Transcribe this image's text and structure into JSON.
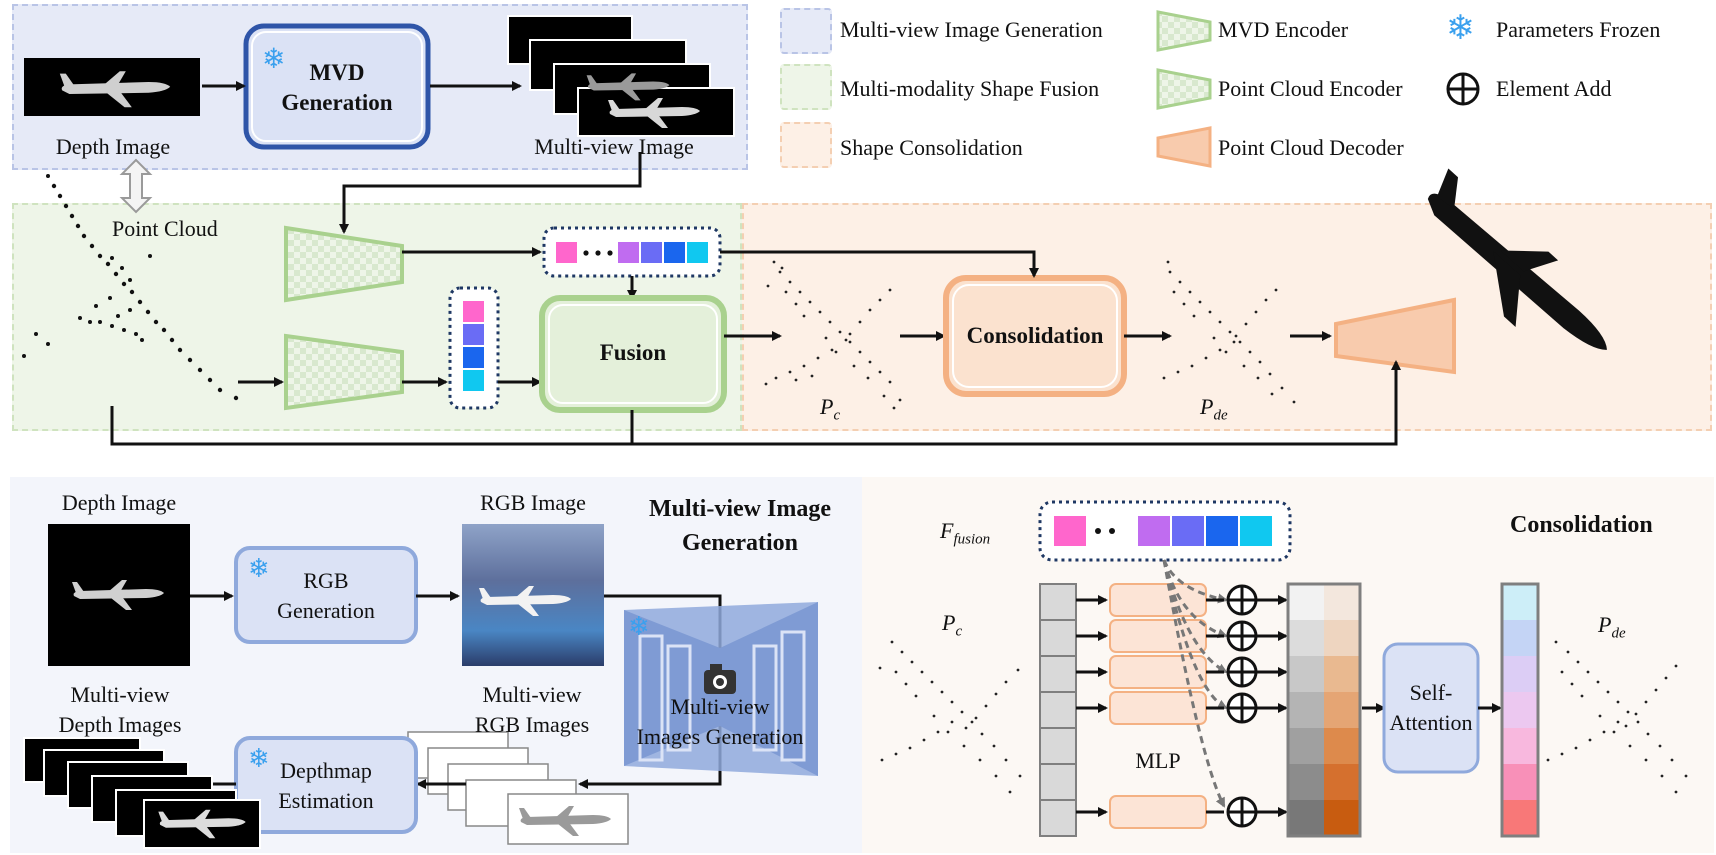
{
  "colors": {
    "mvg_bg": "#e6eaf7",
    "mvg_border": "#b9c4e6",
    "fusion_bg": "#eef5e8",
    "fusion_border": "#cfe3bf",
    "consol_bg": "#fdf0e6",
    "consol_border": "#f4cfb2",
    "encoder_green": "#a9d18e",
    "decoder_orange": "#f4b183",
    "token_colors": [
      "#ff66cc",
      "#c06cf0",
      "#6a6cf5",
      "#1a66ee",
      "#10c8f0"
    ],
    "arrow": "#111111"
  },
  "legend": {
    "items": [
      {
        "label": "Multi-view Image Generation",
        "swatch": "mvg"
      },
      {
        "label": "Multi-modality Shape Fusion",
        "swatch": "fusion"
      },
      {
        "label": "Shape Consolidation",
        "swatch": "consol"
      },
      {
        "label": "MVD Encoder",
        "swatch": "enc-green"
      },
      {
        "label": "Point Cloud Encoder",
        "swatch": "enc-green"
      },
      {
        "label": "Point Cloud Decoder",
        "swatch": "dec-orange"
      },
      {
        "label": "Parameters Frozen",
        "swatch": "snowflake"
      },
      {
        "label": "Element Add",
        "swatch": "oplus"
      }
    ]
  },
  "top": {
    "depth_image": "Depth Image",
    "mvd_line1": "MVD",
    "mvd_line2": "Generation",
    "multiview_image": "Multi-view Image",
    "point_cloud": "Point Cloud",
    "fusion": "Fusion",
    "consolidation": "Consolidation",
    "pc_label": "P",
    "pc_sub": "c",
    "pde_label": "P",
    "pde_sub": "de"
  },
  "bottom_left": {
    "title_line1": "Multi-view Image",
    "title_line2": "Generation",
    "depth_image": "Depth Image",
    "rgb_image": "RGB Image",
    "rgb_gen_line1": "RGB",
    "rgb_gen_line2": "Generation",
    "mv_depth_line1": "Multi-view",
    "mv_depth_line2": "Depth Images",
    "mv_rgb_line1": "Multi-view",
    "mv_rgb_line2": "RGB Images",
    "mv_gen_line1": "Multi-view",
    "mv_gen_line2": "Images Generation",
    "depthmap_line1": "Depthmap",
    "depthmap_line2": "Estimation"
  },
  "bottom_right": {
    "title": "Consolidation",
    "f_label": "F",
    "f_sub": "fusion",
    "pc_label": "P",
    "pc_sub": "c",
    "pde_label": "P",
    "pde_sub": "de",
    "mlp": "MLP",
    "self_attn_line1": "Self-",
    "self_attn_line2": "Attention",
    "orange_gradient": [
      "#f3e7dd",
      "#eed5c0",
      "#e9b990",
      "#e5a574",
      "#dd8a4c",
      "#d5702e",
      "#c85c10"
    ],
    "gray_gradient": [
      "#f2f2f2",
      "#dcdcdc",
      "#c8c8c8",
      "#b4b4b4",
      "#a0a0a0",
      "#8c8c8c",
      "#787878"
    ],
    "attn_gradient": [
      "#cdeef8",
      "#c4d4f5",
      "#dccdf5",
      "#ecc8f0",
      "#f8b8de",
      "#f890b8",
      "#f87878"
    ]
  }
}
